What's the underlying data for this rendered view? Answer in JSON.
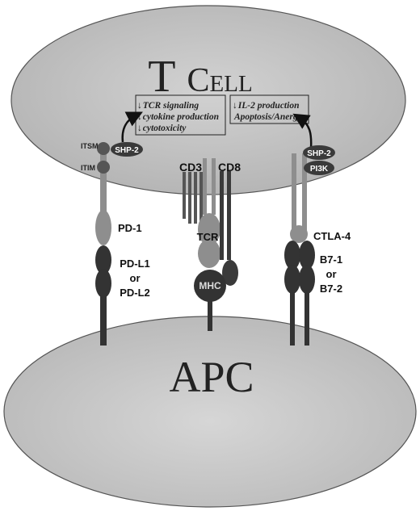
{
  "t_cell": {
    "title_letter_T": "T",
    "title_rest": "Cell",
    "inhibition_box_lines": [
      "TCR signaling",
      "cytokine production",
      "cytotoxicity"
    ],
    "anergy_box_lines": [
      "IL-2 production",
      "Apoptosis/Anergy"
    ],
    "down_arrow": "↓"
  },
  "apc": {
    "title": "APC"
  },
  "labels": {
    "itsm": "ITSM",
    "itim": "ITIM",
    "shp2_left": "SHP-2",
    "shp2_right": "SHP-2",
    "pi3k": "PI3K",
    "cd3": "CD3",
    "cd8": "CD8",
    "tcr": "TCR",
    "mhc": "MHC",
    "pd1": "PD-1",
    "pdl_line1": "PD-L1",
    "pdl_line2": "or",
    "pdl_line3": "PD-L2",
    "ctla4": "CTLA-4",
    "b7_line1": "B7-1",
    "b7_line2": "or",
    "b7_line3": "B7-2"
  },
  "colors": {
    "tcell_fill": "#bdbdbd",
    "apc_fill": "#c4c4c4",
    "dark_molecule": "#3a3a3a",
    "light_molecule": "#8e8e8e",
    "outline": "#444444"
  }
}
